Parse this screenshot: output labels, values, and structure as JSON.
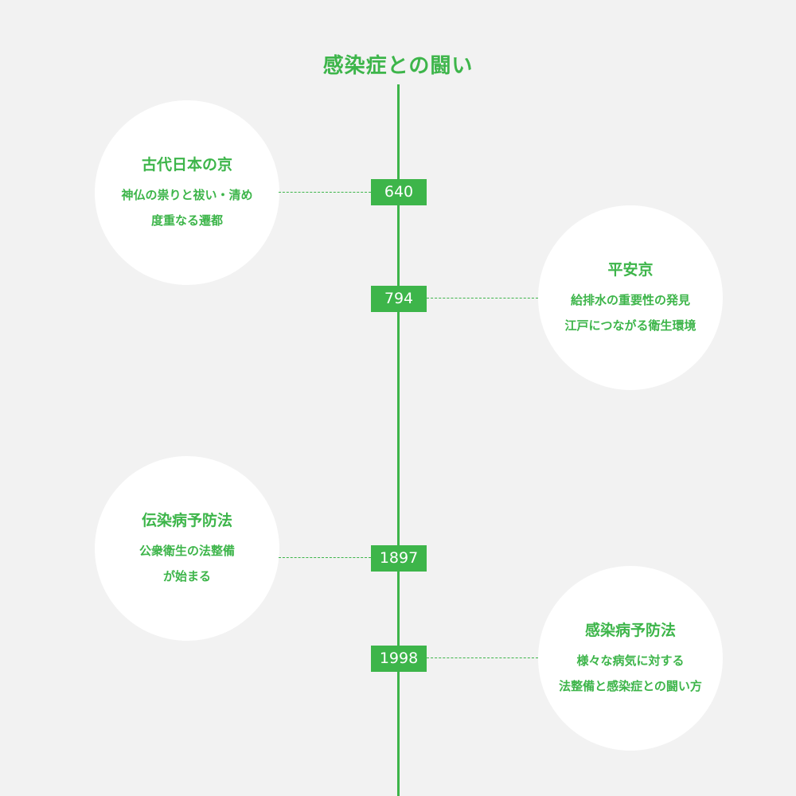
{
  "title": "感染症との闘い",
  "colors": {
    "accent": "#3db54a",
    "background": "#f2f2f2",
    "circle": "#ffffff"
  },
  "events": [
    {
      "year": "640",
      "heading": "古代日本の京",
      "lines": [
        "神仏の祟りと祓い・清め",
        "度重なる遷都"
      ]
    },
    {
      "year": "794",
      "heading": "平安京",
      "lines": [
        "給排水の重要性の発見",
        "江戸につながる衛生環境"
      ]
    },
    {
      "year": "1897",
      "heading": "伝染病予防法",
      "lines": [
        "公衆衛生の法整備",
        "が始まる"
      ]
    },
    {
      "year": "1998",
      "heading": "感染病予防法",
      "lines": [
        "様々な病気に対する",
        "法整備と感染症との闘い方"
      ]
    }
  ]
}
